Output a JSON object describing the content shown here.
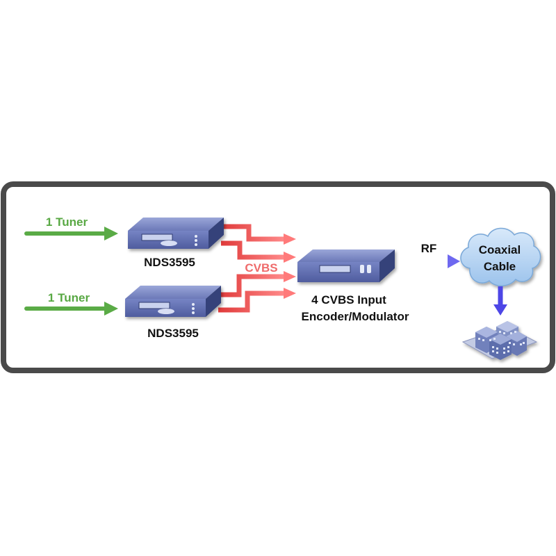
{
  "inputs": [
    {
      "label": "1 Tuner",
      "device": "NDS3595"
    },
    {
      "label": "1 Tuner",
      "device": "NDS3595"
    }
  ],
  "cvbs_label": "CVBS",
  "encoder": {
    "line1": "4 CVBS Input",
    "line2": "Encoder/Modulator"
  },
  "rf_label": "RF",
  "cloud": {
    "line1": "Coaxial",
    "line2": "Cable"
  },
  "icons": {
    "tuner_device": "set-top-box-icon",
    "encoder_device": "encoder-icon",
    "cloud": "cloud-icon",
    "buildings": "buildings-icon"
  },
  "colors": {
    "tuner_arrow": "#5aab46",
    "tuner_text": "#58a843",
    "cvbs_arrow": "#f04a4a",
    "cvbs_text": "#ef6b6b",
    "rf_arrow": "#4d46e6",
    "device_body": "#3f4d8c",
    "cloud_fill": "#b8d6f4",
    "frame_border": "#4a4a4a"
  }
}
